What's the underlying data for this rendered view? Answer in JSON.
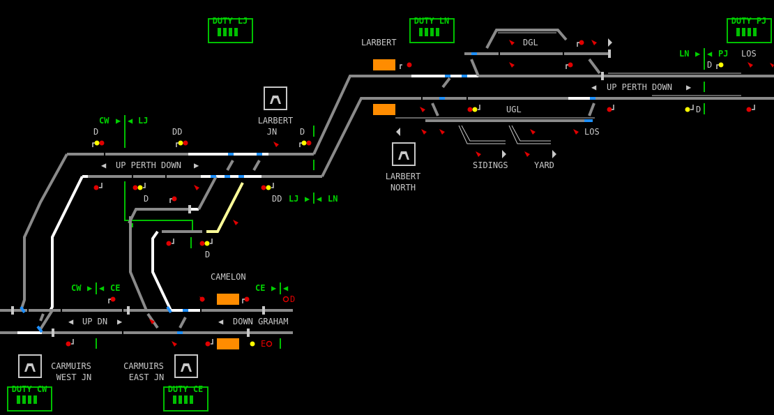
{
  "duty_panels": [
    {
      "label": "DUTY LJ"
    },
    {
      "label": "DUTY LN"
    },
    {
      "label": "DUTY PJ"
    },
    {
      "label": "DUTY CW"
    },
    {
      "label": "DUTY CE"
    }
  ],
  "locations": {
    "larbert": "LARBERT",
    "dgl": "DGL",
    "ugl": "UGL",
    "los_top": "LOS",
    "los_mid": "LOS",
    "larbert_jn_1": "LARBERT",
    "larbert_jn_2": "JN",
    "larbert_north_1": "LARBERT",
    "larbert_north_2": "NORTH",
    "sidings": "SIDINGS",
    "yard": "YARD",
    "camelon": "CAMELON",
    "carmuirs_west_1": "CARMUIRS",
    "carmuirs_west_2": "WEST JN",
    "carmuirs_east_1": "CARMUIRS",
    "carmuirs_east_2": "EAST JN"
  },
  "line_labels": {
    "up_perth_down_left": "UP PERTH DOWN",
    "up_perth_down_right": "UP PERTH DOWN",
    "up_dn": "UP DN",
    "down_graham": "DOWN GRAHAM"
  },
  "boundaries": {
    "cw_lj_cw": "CW",
    "cw_lj_lj": "LJ",
    "lj_ln_lj": "LJ",
    "lj_ln_ln": "LN",
    "ln_pj_ln": "LN",
    "ln_pj_pj": "PJ",
    "cw_ce_cw": "CW",
    "cw_ce_ce": "CE",
    "ce_right": "CE"
  },
  "marks": {
    "d1": "D",
    "dd1": "DD",
    "d2": "D",
    "d3": "D",
    "d4": "D",
    "dd2": "DD",
    "d5": "D",
    "d6": "D",
    "d7": "D",
    "e": "E"
  }
}
